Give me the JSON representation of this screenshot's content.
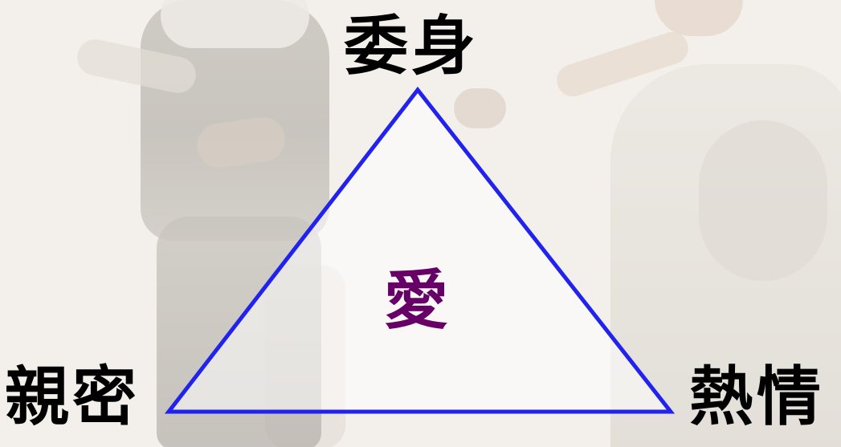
{
  "diagram": {
    "top_label": "委身",
    "left_label": "親密",
    "right_label": "熱情",
    "center_label": "愛"
  },
  "colors": {
    "triangle_stroke": "#2222ee",
    "center_text": "#660066",
    "corner_text": "#000000"
  }
}
